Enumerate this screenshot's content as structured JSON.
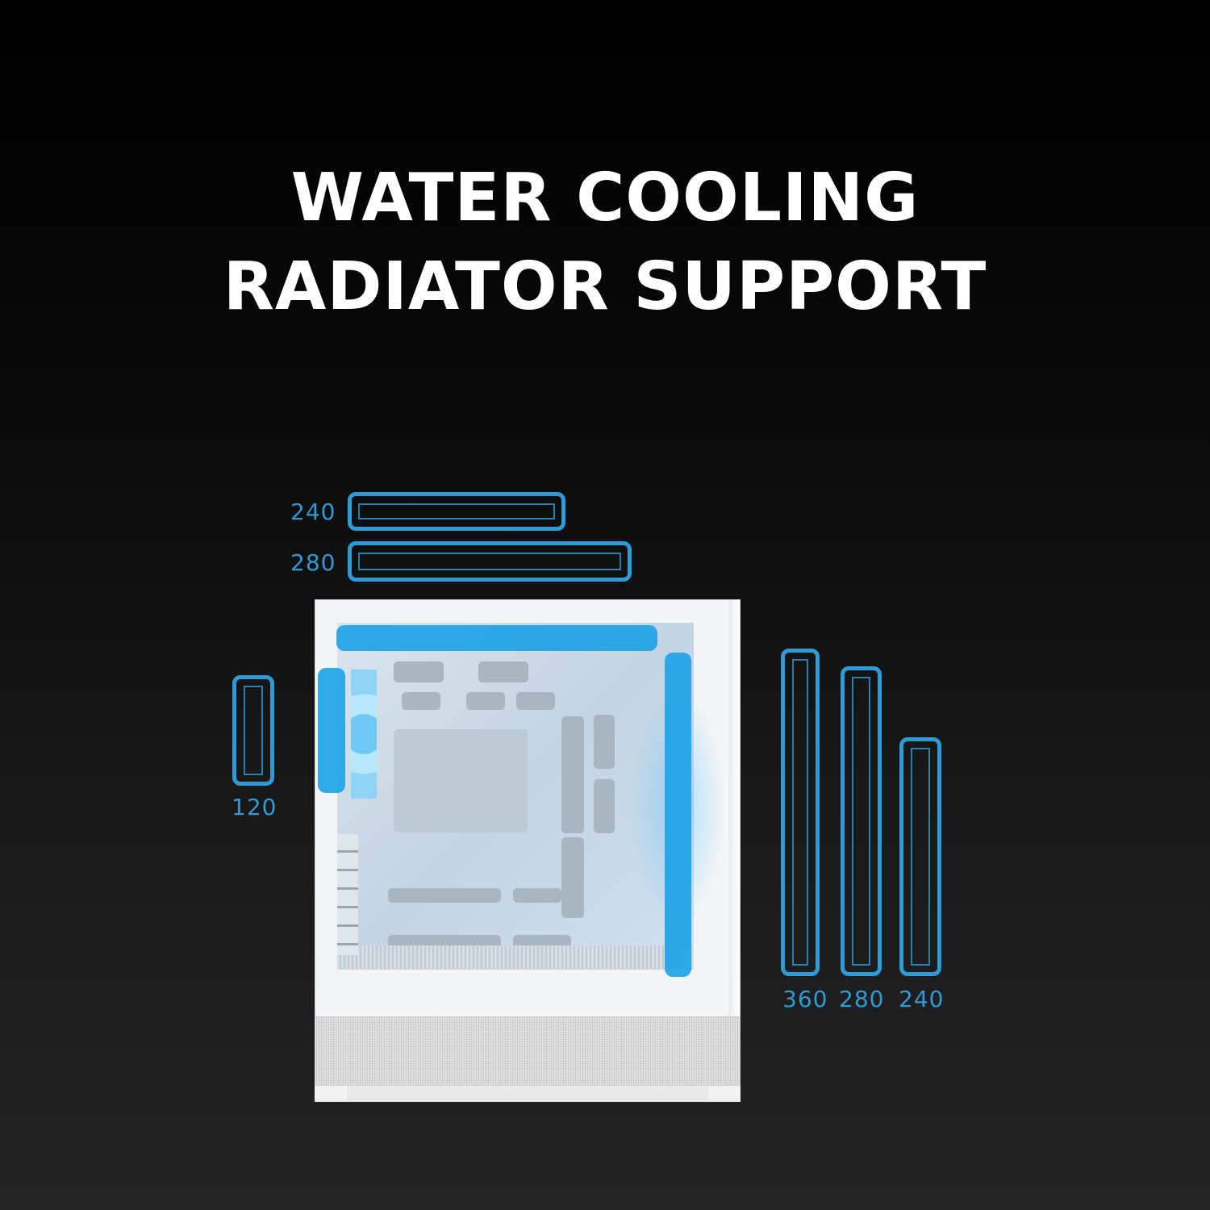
{
  "header": {
    "title_line1": "WATER COOLING",
    "title_line2": "RADIATOR SUPPORT"
  },
  "colors": {
    "accent_blue": "#2f9ad6",
    "highlight_blue": "#1fa3e6",
    "title_text": "#ffffff",
    "background_top": "#000000",
    "background_bottom": "#242424"
  },
  "top_mount": {
    "radiators": [
      {
        "label": "240"
      },
      {
        "label": "280"
      }
    ]
  },
  "rear_mount": {
    "radiators": [
      {
        "label": "120"
      }
    ]
  },
  "front_mount": {
    "radiators": [
      {
        "label": "360"
      },
      {
        "label": "280"
      },
      {
        "label": "240"
      }
    ]
  },
  "product": {
    "image_alt": "white PC case side view with tempered glass"
  }
}
